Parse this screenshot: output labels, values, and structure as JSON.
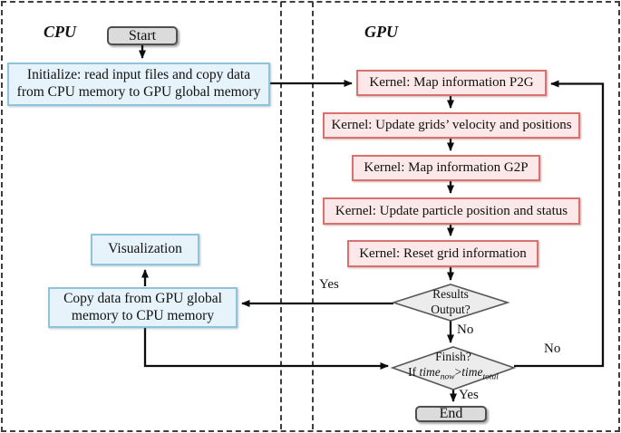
{
  "panels": {
    "cpu_label": "CPU",
    "gpu_label": "GPU"
  },
  "cpu": {
    "start_label": "Start",
    "initialize_line1": "Initialize: read input files and copy data",
    "initialize_line2": "from CPU memory to GPU global memory",
    "visualization_label": "Visualization",
    "copy_line1": "Copy data from GPU global",
    "copy_line2": "memory to CPU memory"
  },
  "gpu": {
    "kernels": [
      "Kernel: Map information P2G",
      "Kernel: Update grids’ velocity and positions",
      "Kernel: Map information G2P",
      "Kernel: Update particle position and status",
      "Kernel: Reset grid information"
    ],
    "results_line1": "Results",
    "results_line2": "Output?",
    "finish": {
      "line1": "Finish?",
      "line2_prefix": "If ",
      "time_word": "time",
      "sub_now": "now",
      "gt": ">",
      "sub_total": "total"
    },
    "end_label": "End"
  },
  "edge_labels": {
    "results_yes": "Yes",
    "results_no": "No",
    "finish_no": "No",
    "finish_yes": "Yes"
  },
  "colors": {
    "blue-fill": "#e6f3fb",
    "blue-border": "#8fc3dc",
    "pink-fill": "#fce8e8",
    "pink-border": "#d9716f",
    "gray-fill": "#dbdbdb",
    "gray-border": "#4f4f4f",
    "diamond-fill": "#ececec",
    "diamond-border": "#575757",
    "line-color": "#0d0d0d",
    "dash-color": "#3f3f3f"
  }
}
